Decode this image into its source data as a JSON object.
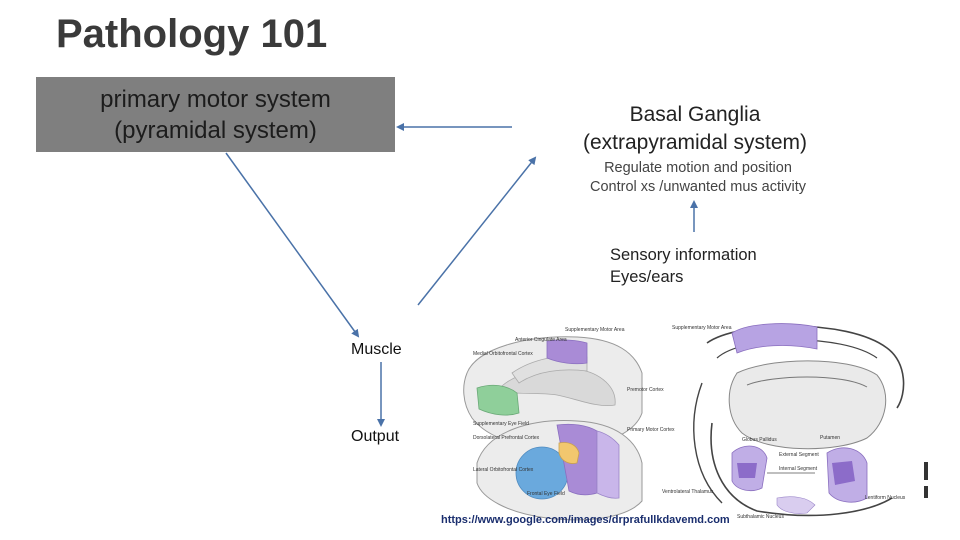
{
  "slide": {
    "title": "Pathology 101",
    "motor_box": {
      "line1": "primary motor system",
      "line2": "(pyramidal system)"
    },
    "basal_ganglia": {
      "line1": "Basal Ganglia",
      "line2": "(extrapyramidal system)"
    },
    "regulate": {
      "line1": "Regulate motion and position",
      "line2": "Control xs /unwanted mus activity"
    },
    "sensory": {
      "line1": "Sensory  information",
      "line2": "Eyes/ears"
    },
    "muscle": "Muscle",
    "output": "Output",
    "arrow_color": "#4a72a8",
    "box_color": "#7f7f7f"
  },
  "figure": {
    "labels": {
      "supp_motor_area_1": "Supplementary Motor Area",
      "anterior_cingulate": "Anterior Cingulate Area",
      "medial_orbitofrontal": "Medial Orbitofrontal Cortex",
      "premotor": "Premotor Cortex",
      "supp_eye_field": "Supplementary Eye Field",
      "dorsolateral_prefrontal": "Dorsolateral Prefrontal Cortex",
      "primary_motor": "Primary Motor Cortex",
      "lateral_orbitofrontal": "Lateral Orbitofrontal Cortex",
      "frontal_eye_field": "Frontal Eye Field",
      "supp_motor_area_2": "Supplementary Motor Area",
      "globus_pallidus": "Globus Pallidus",
      "external_segment": "External Segment",
      "internal_segment": "Internal Segment",
      "putamen": "Putamen",
      "ventrolateral_thalamus": "Ventrolateral Thalamus",
      "subthalamic_nucleus": "Subthalamic Nucleus",
      "lentiform_nucleus": "Lentiform Nucleus"
    },
    "source_url": "https://www.google.com/images/drprafullkdavemd.com"
  }
}
